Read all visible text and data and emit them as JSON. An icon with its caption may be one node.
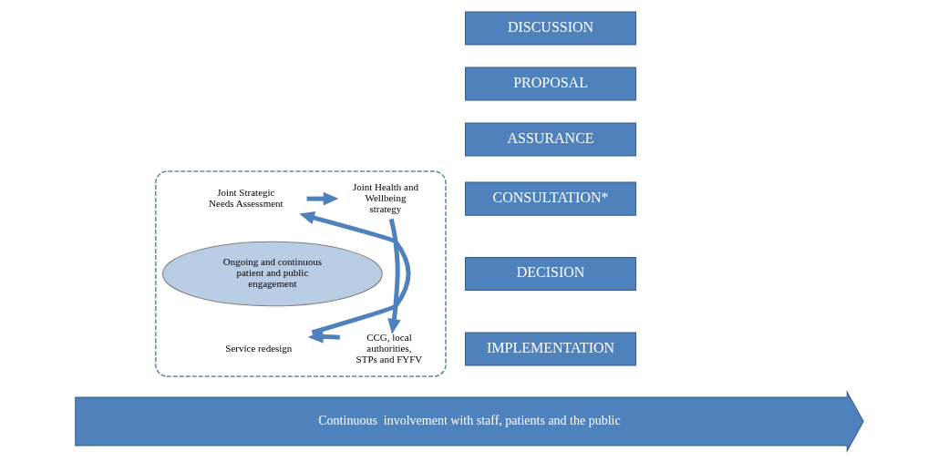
{
  "diagram": {
    "nodes": [
      {
        "text": [],
        "shape": "box"
      },
      {
        "text": [
          "Joint Strategic Needs Assessment"
        ],
        "in": 0
      },
      {
        "text": [
          "Joint Health and Wellbeing strategy"
        ],
        "in": 0
      },
      {
        "text": [
          "Ongoing and continuous patient and public engagement"
        ],
        "in": 0
      },
      {
        "text": [
          "Service redesign"
        ],
        "in": 0
      },
      {
        "text": [
          "CCG, local authorities, STPs and FYFV"
        ],
        "in": 0
      },
      {
        "text": [
          "DISCUSSION"
        ]
      },
      {
        "text": [
          "PROPOSAL"
        ]
      },
      {
        "text": [
          "ASSURANCE"
        ]
      },
      {
        "text": [
          "CONSULTATION*"
        ]
      },
      {
        "text": [
          "DECISION"
        ]
      },
      {
        "text": [
          "IMPLEMENTATION"
        ]
      },
      {
        "text": [
          "Continuous  involvement with staff, patients and the public"
        ]
      }
    ],
    "edges": [
      {
        "from": 1,
        "to": 2,
        "arrow": "to"
      },
      {
        "from": 2,
        "to": 5,
        "arrow": "to"
      },
      {
        "from": 5,
        "to": 4,
        "arrow": "to"
      },
      {
        "from": 4,
        "to": 1,
        "arrow": "to"
      }
    ]
  }
}
